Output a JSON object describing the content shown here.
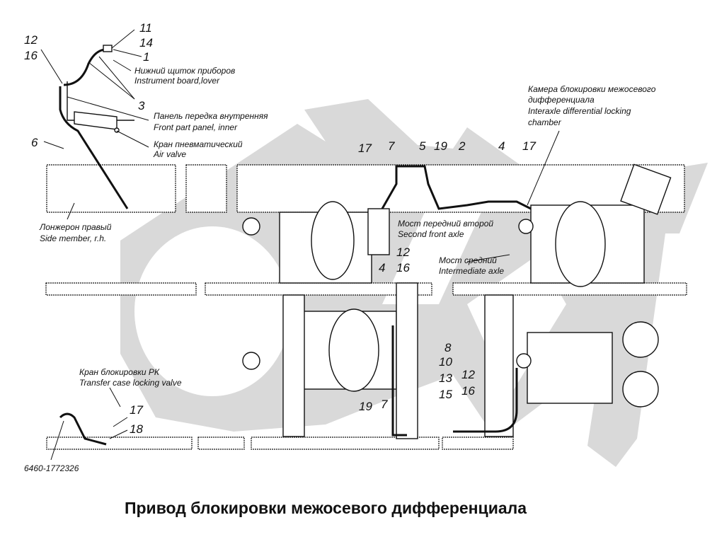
{
  "title": "Привод блокировки межосевого дифференциала",
  "watermark": "ОРЕЛ",
  "colors": {
    "line": "#111111",
    "watermark": "#d9d9d9",
    "background": "#ffffff"
  },
  "callouts": {
    "n11": "11",
    "n14": "14",
    "n1": "1",
    "n12a": "12",
    "n16a": "16",
    "n3": "3",
    "n6": "6",
    "n17a": "17",
    "n7a": "7",
    "n5": "5",
    "n19a": "19",
    "n2": "2",
    "n4a": "4",
    "n17b": "17",
    "n12b": "12",
    "n16b": "16",
    "n4b": "4",
    "n8": "8",
    "n10": "10",
    "n13": "13",
    "n12c": "12",
    "n15": "15",
    "n16c": "16",
    "n19b": "19",
    "n7b": "7",
    "n17c": "17",
    "n18": "18"
  },
  "labels": {
    "instrument_ru": "Нижний щиток приборов",
    "instrument_en": "Instrument board,lover",
    "panel_ru": "Панель передка внутренняя",
    "panel_en": "Front part panel, inner",
    "airvalve_ru": "Кран пневматический",
    "airvalve_en": "Air valve",
    "chamber_ru1": "Камера блокировки межосевого",
    "chamber_ru2": "дифференциала",
    "chamber_en1": "Interaxle differential locking",
    "chamber_en2": "chamber",
    "sidemember_ru": "Лонжерон правый",
    "sidemember_en": "Side member, r.h.",
    "secondaxle_ru": "Мост передний второй",
    "secondaxle_en": "Second front axle",
    "midaxle_ru": "Мост средний",
    "midaxle_en": "Intermediate axle",
    "tcvalve_ru": "Кран блокировки РК",
    "tcvalve_en": "Transfer case locking valve",
    "partno": "6460-1772326"
  }
}
